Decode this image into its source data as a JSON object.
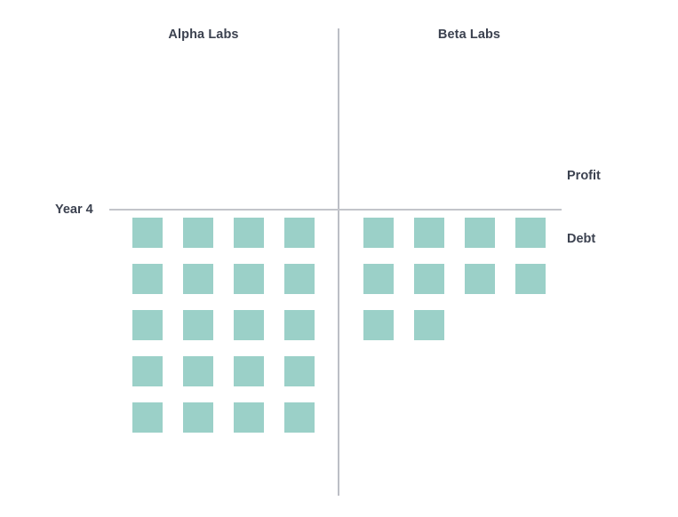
{
  "chart_data": {
    "type": "bar",
    "subtype": "pictogram-unit-chart",
    "title": "",
    "xlabel": "",
    "ylabel": "",
    "categories": [
      "Alpha Labs",
      "Beta Labs"
    ],
    "values": [
      20,
      10
    ],
    "unit_value": 1,
    "unit_shape": "square",
    "unit_color": "#9bd0c8",
    "columns_per_row": 4,
    "series": [
      {
        "name": "Alpha Labs",
        "values": [
          20
        ],
        "rows": [
          4,
          4,
          4,
          4,
          4
        ]
      },
      {
        "name": "Beta Labs",
        "values": [
          10
        ],
        "rows": [
          4,
          4,
          2
        ]
      }
    ],
    "axis_lines": {
      "vertical_divider": true,
      "horizontal_baseline": true,
      "grid": false
    },
    "annotations": [
      {
        "text": "Year 4",
        "position": "left-of-baseline"
      },
      {
        "text": "Profit",
        "position": "right-above-baseline"
      },
      {
        "text": "Debt",
        "position": "right-below-baseline"
      }
    ],
    "legend": {
      "visible": false,
      "position": "none"
    }
  },
  "labels": {
    "group_left": "Alpha Labs",
    "group_right": "Beta Labs",
    "baseline": "Year 4",
    "above_axis": "Profit",
    "below_axis": "Debt"
  },
  "colors": {
    "unit": "#9bd0c8",
    "axis": "#bcbec5",
    "text": "#3c4250",
    "background": "#ffffff"
  }
}
